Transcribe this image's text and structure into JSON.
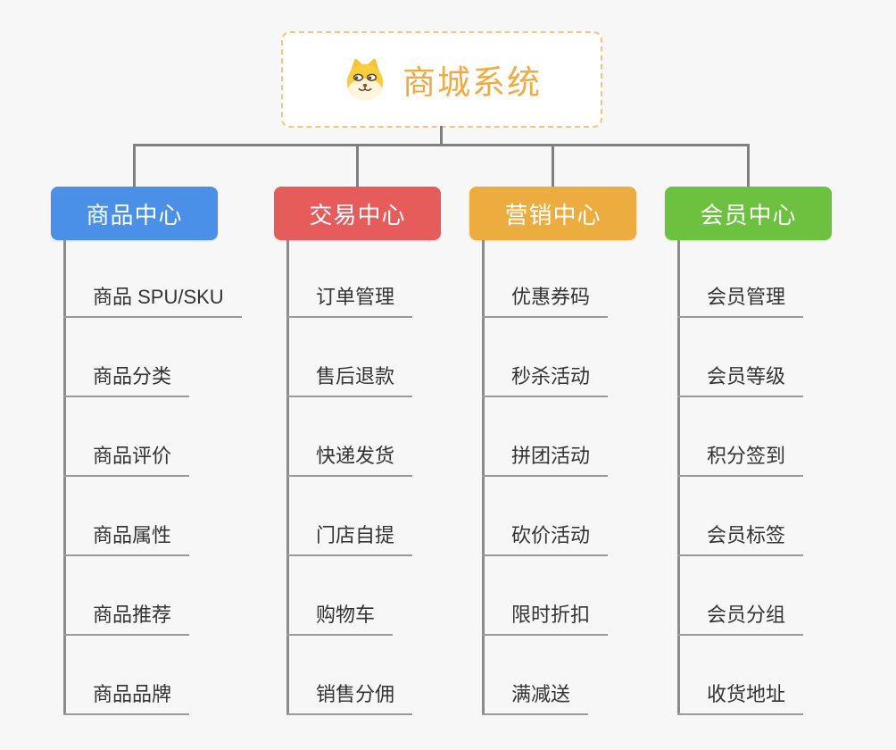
{
  "root": {
    "title": "商城系统",
    "icon": "dog-face-icon",
    "title_color": "#f0ab3f",
    "border_color": "#f4c67a"
  },
  "colors": {
    "background": "#f7f7f7",
    "connector": "#808080",
    "item_underline": "#9a9a9a",
    "item_text": "#333333"
  },
  "branches": [
    {
      "id": "product-center",
      "label": "商品中心",
      "color": "#4a90e8",
      "items": [
        "商品 SPU/SKU",
        "商品分类",
        "商品评价",
        "商品属性",
        "商品推荐",
        "商品品牌"
      ]
    },
    {
      "id": "trade-center",
      "label": "交易中心",
      "color": "#e65c5a",
      "items": [
        "订单管理",
        "售后退款",
        "快递发货",
        "门店自提",
        "购物车",
        "销售分佣"
      ]
    },
    {
      "id": "marketing-center",
      "label": "营销中心",
      "color": "#ecac3e",
      "items": [
        "优惠券码",
        "秒杀活动",
        "拼团活动",
        "砍价活动",
        "限时折扣",
        "满减送"
      ]
    },
    {
      "id": "member-center",
      "label": "会员中心",
      "color": "#6cc13f",
      "items": [
        "会员管理",
        "会员等级",
        "积分签到",
        "会员标签",
        "会员分组",
        "收货地址"
      ]
    }
  ]
}
